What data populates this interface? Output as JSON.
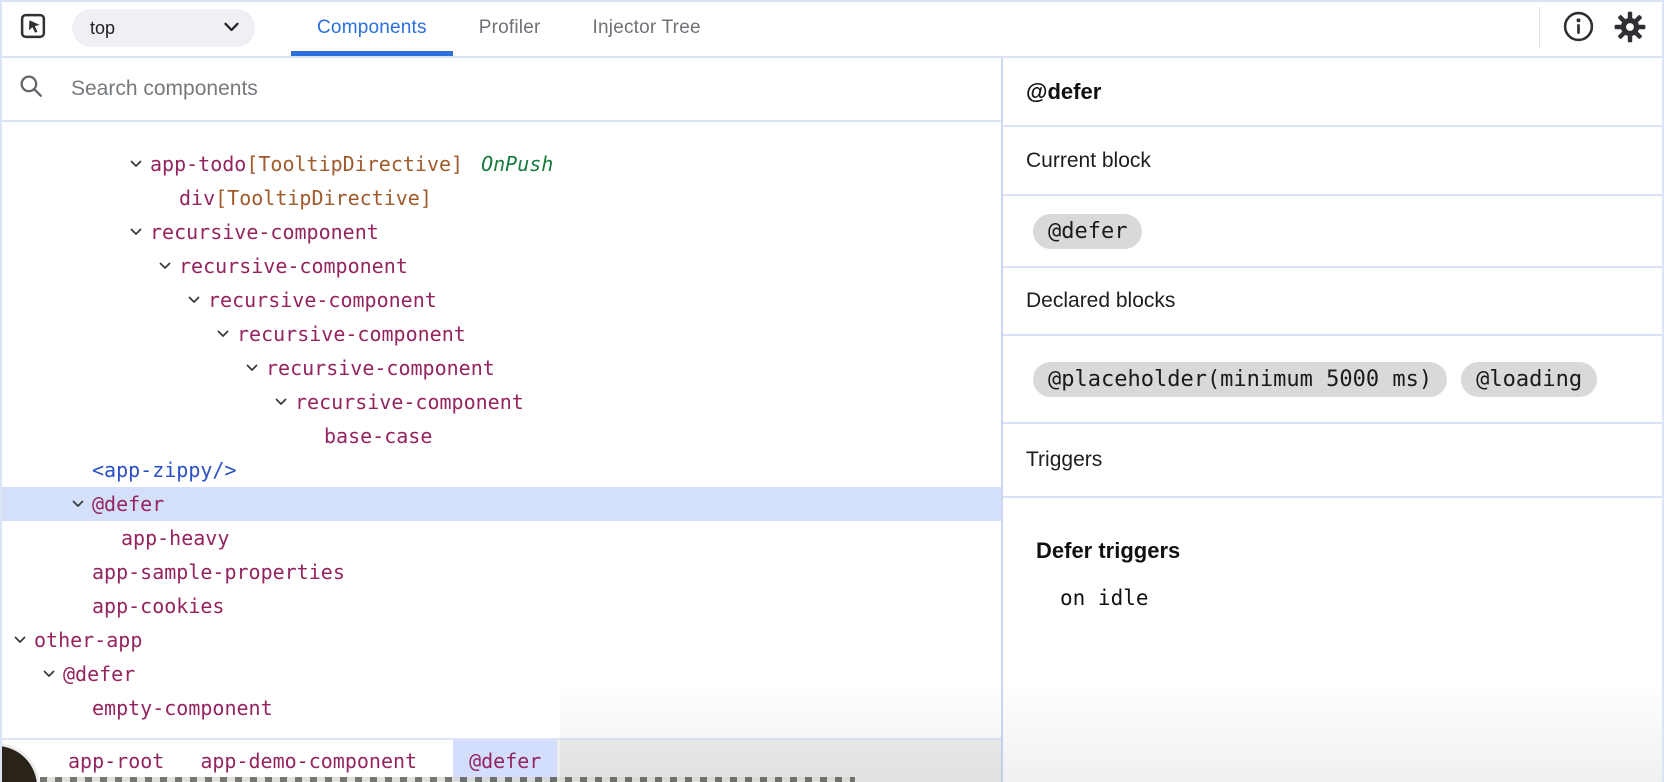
{
  "toolbar": {
    "inspect_icon": "inspect-element-icon",
    "frame_selector": {
      "value": "top"
    },
    "tabs": [
      {
        "label": "Components",
        "active": true
      },
      {
        "label": "Profiler",
        "active": false
      },
      {
        "label": "Injector Tree",
        "active": false
      }
    ],
    "info_icon": "info-icon",
    "settings_icon": "gear-icon"
  },
  "search": {
    "placeholder": "Search components"
  },
  "tree": {
    "rows": [
      {
        "indent": 4,
        "chevron": true,
        "name": "app-todo",
        "directives": "[TooltipDirective]",
        "badge": "OnPush",
        "kind": "component",
        "selected": false
      },
      {
        "indent": 5,
        "chevron": false,
        "name": "div",
        "directives": "[TooltipDirective]",
        "kind": "component",
        "selected": false
      },
      {
        "indent": 4,
        "chevron": true,
        "name": "recursive-component",
        "kind": "component",
        "selected": false
      },
      {
        "indent": 5,
        "chevron": true,
        "name": "recursive-component",
        "kind": "component",
        "selected": false
      },
      {
        "indent": 6,
        "chevron": true,
        "name": "recursive-component",
        "kind": "component",
        "selected": false
      },
      {
        "indent": 7,
        "chevron": true,
        "name": "recursive-component",
        "kind": "component",
        "selected": false
      },
      {
        "indent": 8,
        "chevron": true,
        "name": "recursive-component",
        "kind": "component",
        "selected": false
      },
      {
        "indent": 9,
        "chevron": true,
        "name": "recursive-component",
        "kind": "component",
        "selected": false
      },
      {
        "indent": 10,
        "chevron": false,
        "name": "base-case",
        "kind": "component",
        "selected": false
      },
      {
        "indent": 2,
        "chevron": false,
        "name": "<app-zippy/>",
        "kind": "element",
        "selected": false
      },
      {
        "indent": 2,
        "chevron": true,
        "name": "@defer",
        "kind": "defer",
        "selected": true
      },
      {
        "indent": 3,
        "chevron": false,
        "name": "app-heavy",
        "kind": "component",
        "selected": false
      },
      {
        "indent": 2,
        "chevron": false,
        "name": "app-sample-properties",
        "kind": "component",
        "selected": false
      },
      {
        "indent": 2,
        "chevron": false,
        "name": "app-cookies",
        "kind": "component",
        "selected": false
      },
      {
        "indent": 0,
        "chevron": true,
        "name": "other-app",
        "kind": "component",
        "selected": false
      },
      {
        "indent": 1,
        "chevron": true,
        "name": "@defer",
        "kind": "defer",
        "selected": false
      },
      {
        "indent": 2,
        "chevron": false,
        "name": "empty-component",
        "kind": "component",
        "selected": false
      }
    ]
  },
  "breadcrumbs": {
    "items": [
      {
        "label": "app-root",
        "selected": false
      },
      {
        "label": "app-demo-component",
        "selected": false
      },
      {
        "label": "@defer",
        "selected": true
      }
    ]
  },
  "properties": {
    "title": "@defer",
    "current_block": {
      "heading": "Current block",
      "chips": [
        "@defer"
      ]
    },
    "declared_blocks": {
      "heading": "Declared blocks",
      "chips": [
        "@placeholder(minimum 5000 ms)",
        "@loading"
      ]
    },
    "triggers": {
      "heading": "Triggers"
    },
    "defer_triggers": {
      "heading": "Defer triggers",
      "value": "on idle"
    }
  },
  "colors": {
    "accent_blue": "#2a6fdc",
    "component_name": "#94245f",
    "directive_text": "#a05a2c",
    "onpush_badge": "#187b3f",
    "element_tag": "#2b50c6",
    "selection_bg": "#d4e0f9",
    "divider": "#d9e2f6",
    "chip_bg": "#d9d9d9"
  }
}
